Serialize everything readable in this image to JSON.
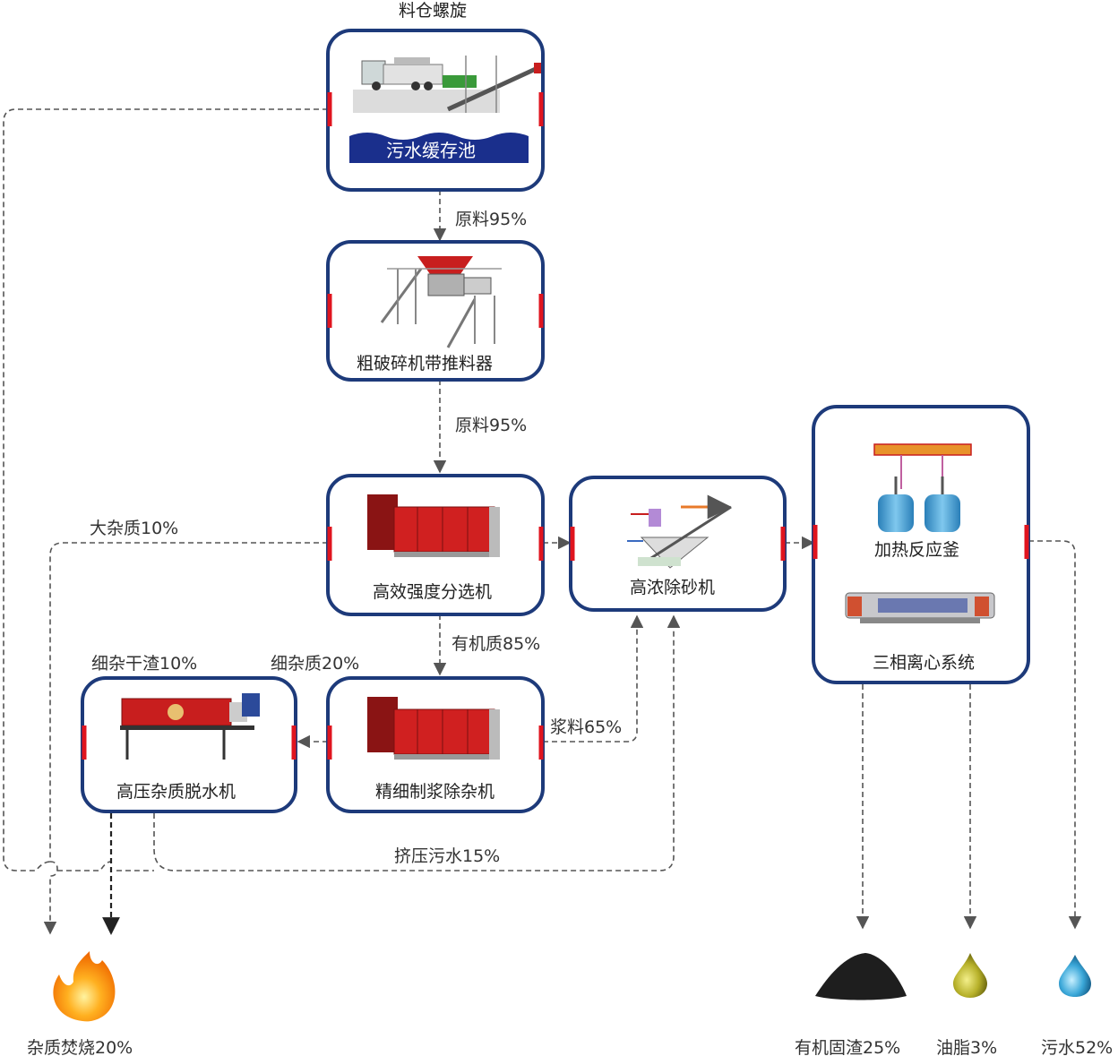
{
  "nodes": {
    "silo_screw": "料仓螺旋",
    "buffer_tank": "污水缓存池",
    "shredder": "粗破碎机带推料器",
    "separator": "高效强度分选机",
    "desander": "高浓除砂机",
    "reactor": "加热反应釜",
    "centrifuge": "三相离心系统",
    "pulper": "精细制浆除杂机",
    "dewater": "高压杂质脱水机"
  },
  "flows": {
    "raw1": "原料95%",
    "raw2": "原料95%",
    "big_impurity": "大杂质10%",
    "organic": "有机质85%",
    "fine_impurity": "细杂质20%",
    "fine_dry_residue": "细杂干渣10%",
    "slurry": "浆料65%",
    "press_water": "挤压污水15%"
  },
  "outputs": {
    "incineration": "杂质焚烧20%",
    "organic_residue": "有机固渣25%",
    "grease": "油脂3%",
    "wastewater": "污水52%"
  },
  "colors": {
    "box_border": "#1d3a7a",
    "port": "#e0141e",
    "machine_red": "#c81e1e",
    "water_blue": "#1a2f8c"
  }
}
